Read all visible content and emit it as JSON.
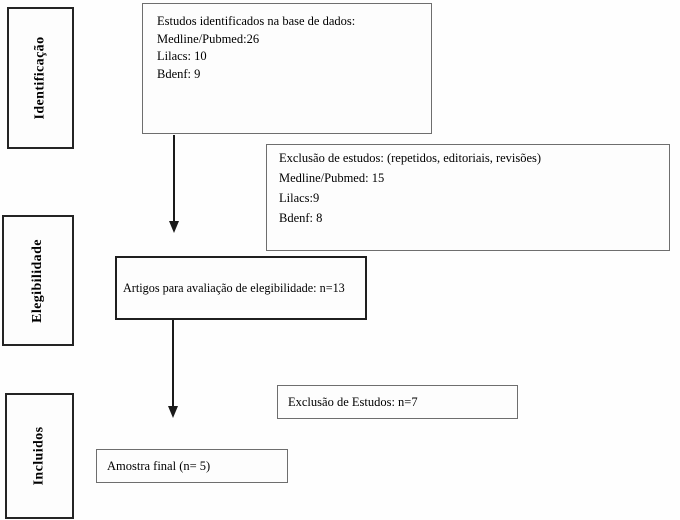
{
  "colors": {
    "background": "#ffffff",
    "text": "#000000",
    "border_dark": "#1f1f1f",
    "border_gray": "#6e6e6e",
    "arrow": "#1a1a1a"
  },
  "stages": [
    {
      "label": "Identificação"
    },
    {
      "label": "Elegibilidade"
    },
    {
      "label": "Incluidos"
    }
  ],
  "boxes": {
    "identified": {
      "lines": [
        "Estudos identificados na base de dados:",
        "Medline/Pubmed:26",
        "Lilacs: 10",
        "Bdenf: 9"
      ]
    },
    "exclusion1": {
      "lines": [
        "Exclusão de estudos: (repetidos, editoriais, revisões)",
        "Medline/Pubmed: 15",
        "Lilacs:9",
        "Bdenf: 8"
      ]
    },
    "eligibility": {
      "text": "Artigos para avaliação de elegibilidade: n=13"
    },
    "exclusion2": {
      "text": "Exclusão de Estudos: n=7"
    },
    "final": {
      "text": "Amostra final (n= 5)"
    }
  }
}
